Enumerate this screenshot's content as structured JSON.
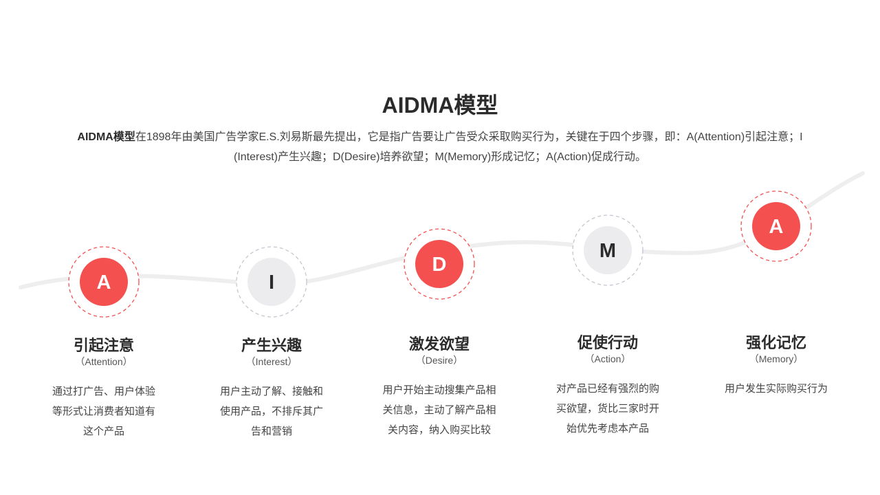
{
  "title": "AIDMA模型",
  "intro": {
    "lead": "AIDMA模型",
    "text": "在1898年由美国广告学家E.S.刘易斯最先提出，它是指广告要让广告受众采取购买行为，关键在于四个步骤，即：A(Attention)引起注意；I (Interest)产生兴趣；D(Desire)培养欲望；M(Memory)形成记忆；A(Action)促成行动。"
  },
  "colors": {
    "accent": "#f45050",
    "inactive_fill": "#ececee",
    "dash_inactive": "#c4c6d0",
    "curve": "#eeeeee"
  },
  "steps": [
    {
      "letter": "A",
      "active": true,
      "title": "引起注意",
      "subtitle": "（Attention）",
      "desc": [
        "通过打广告、用户体验",
        "等形式让消费者知道有",
        "这个产品"
      ]
    },
    {
      "letter": "I",
      "active": false,
      "title": "产生兴趣",
      "subtitle": "（Interest）",
      "desc": [
        "用户主动了解、接触和",
        "使用产品，不排斥其广",
        "告和营销"
      ]
    },
    {
      "letter": "D",
      "active": true,
      "title": "激发欲望",
      "subtitle": "（Desire）",
      "desc": [
        "用户开始主动搜集产品相",
        "关信息，主动了解产品相",
        "关内容，纳入购买比较"
      ]
    },
    {
      "letter": "M",
      "active": false,
      "title": "促使行动",
      "subtitle": "（Action）",
      "desc": [
        "对产品已经有强烈的购",
        "买欲望，货比三家时开",
        "始优先考虑本产品"
      ]
    },
    {
      "letter": "A",
      "active": true,
      "title": "强化记忆",
      "subtitle": "（Memory）",
      "desc": [
        "用户发生实际购买行为"
      ]
    }
  ]
}
